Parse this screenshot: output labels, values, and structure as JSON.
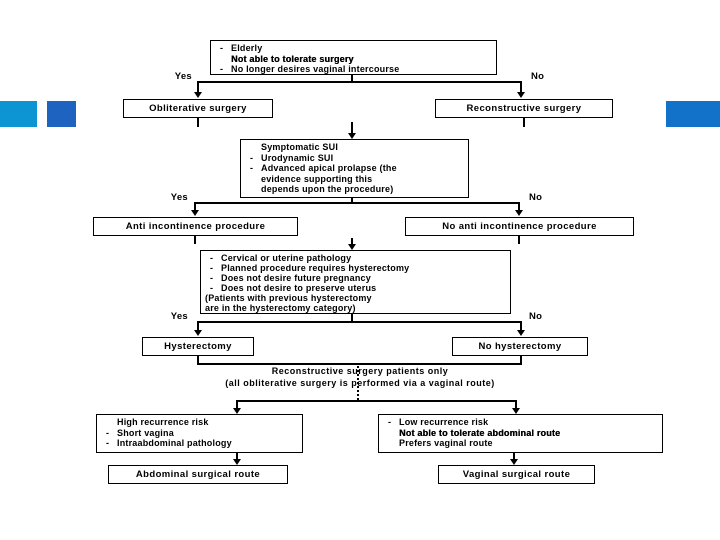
{
  "colors": {
    "bar_left_light_blue": "#0d95d3",
    "bar_left_dark_blue": "#1e63c0",
    "bar_right_blue": "#1271c9"
  },
  "branch_labels": {
    "yes": "Yes",
    "no": "No"
  },
  "flowchart": {
    "d1": {
      "lines": [
        {
          "bullet": "-",
          "text": "Elderly"
        },
        {
          "bullet": "",
          "text": "Not able to tolerate surgery"
        },
        {
          "bullet": "-",
          "text": "No longer desires vaginal intercourse"
        }
      ]
    },
    "obliterative": {
      "label": "Obliterative surgery"
    },
    "reconstructive": {
      "label": "Reconstructive surgery"
    },
    "d2": {
      "lines": [
        {
          "bullet": "",
          "text": "Symptomatic SUI"
        },
        {
          "bullet": "-",
          "text": "Urodynamic SUI"
        },
        {
          "bullet": "-",
          "text": "Advanced apical prolapse (the"
        },
        {
          "bullet": "",
          "text": "evidence supporting this"
        },
        {
          "bullet": "",
          "text": "depends upon the procedure)"
        }
      ]
    },
    "anti": {
      "label": "Anti incontinence procedure"
    },
    "no_anti": {
      "label": "No anti incontinence procedure"
    },
    "d3": {
      "lines": [
        {
          "bullet": "-",
          "text": "Cervical or uterine pathology"
        },
        {
          "bullet": "-",
          "text": "Planned procedure requires hysterectomy"
        },
        {
          "bullet": "-",
          "text": "Does not desire future pregnancy"
        },
        {
          "bullet": "-",
          "text": "Does not desire to preserve uterus"
        },
        {
          "bullet": "",
          "text": "(Patients with previous hysterectomy"
        },
        {
          "bullet": "",
          "text": "are in the hysterectomy category)"
        }
      ]
    },
    "hyst": {
      "label": "Hysterectomy"
    },
    "no_hyst": {
      "label": "No hysterectomy"
    },
    "note": {
      "line1": "Reconstructive surgery patients only",
      "line2": "(all obliterative surgery is performed via a vaginal route)"
    },
    "d4l": {
      "lines": [
        {
          "bullet": "",
          "text": "High recurrence risk"
        },
        {
          "bullet": "-",
          "text": "Short vagina"
        },
        {
          "bullet": "-",
          "text": "Intraabdominal pathology"
        }
      ]
    },
    "d4r": {
      "lines": [
        {
          "bullet": "-",
          "text": "Low recurrence risk"
        },
        {
          "bullet": "",
          "text": "Not able to tolerate abdominal route"
        },
        {
          "bullet": "",
          "text": "Prefers vaginal route"
        }
      ]
    },
    "abdominal": {
      "label": "Abdominal surgical route"
    },
    "vaginal": {
      "label": "Vaginal surgical route"
    }
  }
}
